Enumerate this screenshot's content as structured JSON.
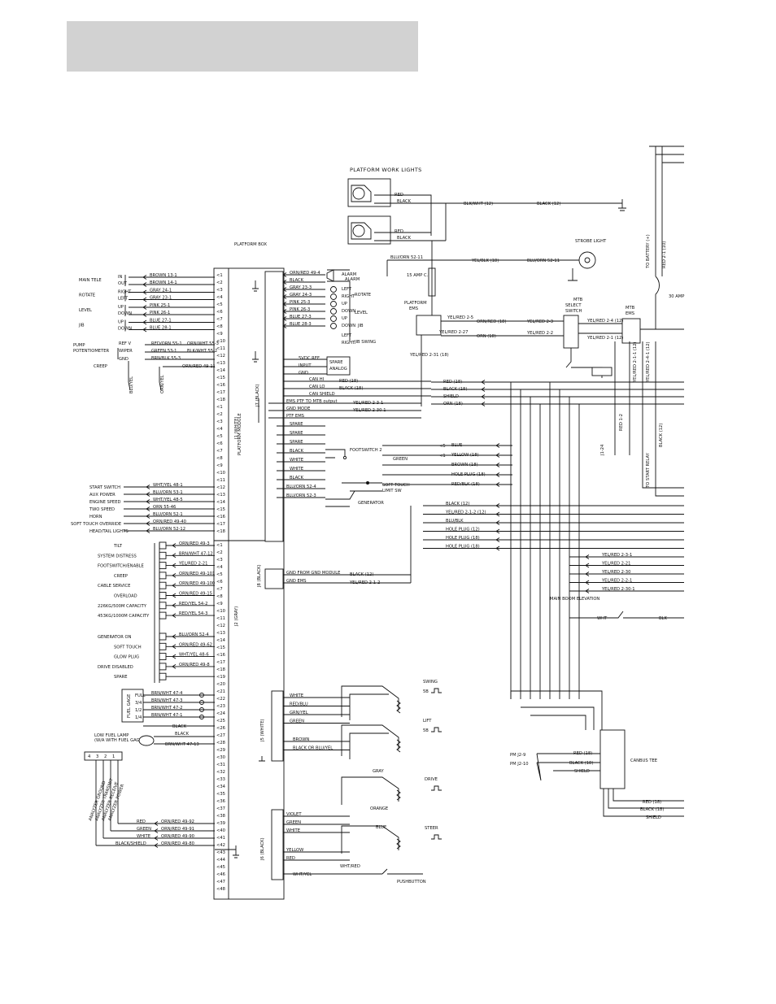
{
  "colors": {
    "header_bar": "#d2d2d2",
    "ink": "#111111",
    "paper": "#ffffff"
  },
  "titles": {
    "platform_work_lights": "PLATFORM WORK LIGHTS",
    "platform_box": "PLATFORM BOX",
    "platform_module": "PLATFORM MODULE",
    "strobe_light": "STROBE LIGHT",
    "mtb_select": [
      "MTB",
      "SELECT",
      "SWITCH"
    ],
    "mtb_ems": [
      "MTB",
      "EMS"
    ],
    "platform_ems": [
      "PLATFORM",
      "EMS"
    ],
    "breaker": "15 AMP C.B.",
    "fuse_30": "30 AMP",
    "to_battery": "TO BATTERY (+)",
    "to_start_relay": "TO START RELAY",
    "canbus_tee": "CANBUS TEE",
    "main_boom_elevation": "MAIN BOOM ELEVATION",
    "low_fuel_lamp": [
      "LOW FUEL LAMP",
      "(W/A WITH FUEL GAGE)"
    ],
    "fuel_gage": "FUEL GAGE",
    "pushbutton": "PUSHBUTTON",
    "spare_analog": [
      "SPARE",
      "ANALOG"
    ],
    "alarm": "ALARM",
    "footswitch2": "FOOTSWITCH 2",
    "soft_touch_limit": [
      "SOFT TOUCH",
      "LIMIT SW"
    ],
    "generator_sw": "GENERATOR",
    "pump_pot": [
      "PUMP",
      "POTENTIOMETER"
    ],
    "creep": "CREEP"
  },
  "connectors": {
    "j1": "J1 (WHITE)",
    "j2": "J2 (GRAY)",
    "j7": "J7 (BLACK)",
    "j8": "J8 (BLACK)",
    "j5": "J5 (WHITE)",
    "j6": "J6 (BLACK)"
  },
  "left_controls": [
    {
      "label": "MAIN TELE",
      "sub": [
        "IN",
        "OUT"
      ],
      "wires": [
        "BROWN 13-1",
        "BROWN 14-1"
      ]
    },
    {
      "label": "ROTATE",
      "sub": [
        "RIGHT",
        "LEFT"
      ],
      "wires": [
        "GRAY 24-1",
        "GRAY 23-1"
      ]
    },
    {
      "label": "LEVEL",
      "sub": [
        "UP",
        "DOWN"
      ],
      "wires": [
        "PINK 25-1",
        "PINK 26-1"
      ]
    },
    {
      "label": "JIB",
      "sub": [
        "UP",
        "DOWN"
      ],
      "wires": [
        "BLUE 27-1",
        "BLUE 28-1"
      ]
    }
  ],
  "pump_wires": [
    "RED/ORN 55-1",
    "GREEN 53-1",
    "BRN/BLK 55-3",
    "ORN/RED 49-11"
  ],
  "pump_labels": [
    "ORN/WHT 55-3",
    "BLK/WHT 55-2"
  ],
  "pot_pins": [
    "REF V",
    "WIPER",
    "GND"
  ],
  "creep_wires": [
    "BLU/YEL",
    "ORN/YEL"
  ],
  "j1_lower_rows": [
    {
      "label": "START SWITCH",
      "wire": "WHT/YEL 48-1"
    },
    {
      "label": "AUX POWER",
      "wire": "BLU/ORN 53-1"
    },
    {
      "label": "ENGINE SPEED",
      "wire": "WHT/YEL 48-5"
    },
    {
      "label": "TWO SPEED",
      "wire": "ORN 55-46"
    },
    {
      "label": "HORN",
      "wire": "BLU/ORN 52-1"
    },
    {
      "label": "SOFT TOUCH OVERRIDE",
      "wire": "ORN/RED 49-40"
    },
    {
      "label": "HEAD/TAIL LIGHTS",
      "wire": "BLU/ORN 52-12"
    }
  ],
  "j2_rows": [
    {
      "label": "TILT",
      "wire": "ORN/RED 49-3"
    },
    {
      "label": "SYSTEM DISTRESS",
      "wire": "BRN/WHT 47-12"
    },
    {
      "label": "FOOTSWITCH/ENABLE",
      "wire": "YEL/RED 2-21"
    },
    {
      "label": "CREEP",
      "wire": "ORN/RED 49-101"
    },
    {
      "label": "CABLE SERVICE",
      "wire": "ORN/RED 49-100"
    },
    {
      "label": "OVERLOAD",
      "wire": "ORN/RED 49-15"
    },
    {
      "label": "226KG/500M CAPACITY",
      "wire": "RED/YEL 54-2"
    },
    {
      "label": "453KG/1000M CAPACITY",
      "wire": "RED/YEL 54-3"
    },
    {
      "label": "GENERATOR ON",
      "wire": "BLU/ORN 52-4"
    },
    {
      "label": "SOFT TOUCH",
      "wire": "ORN/RED 49-62"
    },
    {
      "label": "GLOW PLUG",
      "wire": "WHT/YEL 48-6"
    },
    {
      "label": "DRIVE DISABLED",
      "wire": "ORN/RED 49-8"
    },
    {
      "label": "SPARE",
      "wire": ""
    }
  ],
  "fuel_rows": [
    {
      "code": "FULL",
      "wire": "BRN/WHT 47-4"
    },
    {
      "code": "3/4",
      "wire": "BRN/WHT 47-3"
    },
    {
      "code": "1/2",
      "wire": "BRN/WHT 47-2"
    },
    {
      "code": "1/4",
      "wire": "BRN/WHT 47-1"
    }
  ],
  "fuel_black": "BLACK",
  "lamp_wires": [
    "BLACK",
    "BRN/WHT 47-13"
  ],
  "analyzer_pins": [
    "4",
    "3",
    "2",
    "1"
  ],
  "analyzer_labels": [
    "ANALYZER GROUND",
    "ANALYZER TRANSMIT",
    "ANALYZER RECEIVE",
    "ANALYZER POWER"
  ],
  "analyzer_wires": [
    {
      "color": "RED",
      "wire": "ORN/RED 49-92"
    },
    {
      "color": "GREEN",
      "wire": "ORN/RED 49-91"
    },
    {
      "color": "WHITE",
      "wire": "ORN/RED 49-90"
    },
    {
      "color": "BLACK/SHIELD",
      "wire": "ORN/RED 49-80"
    }
  ],
  "j7_rows": [
    {
      "wire": "ORN/RED 49-4",
      "device": "ALARM"
    },
    {
      "wire": "BLACK",
      "device": ""
    },
    {
      "wire": "GRAY 23-3",
      "device": "LEFT"
    },
    {
      "wire": "GRAY 24-3",
      "device": "RIGHT"
    },
    {
      "wire": "PINK 25-3",
      "device": "UP"
    },
    {
      "wire": "PINK 26-3",
      "device": "DOWN"
    },
    {
      "wire": "BLUE 27-3",
      "device": "UP"
    },
    {
      "wire": "BLUE 28-3",
      "device": "DOWN"
    }
  ],
  "j7_groups": [
    "ROTATE",
    "LEVEL",
    "JIB"
  ],
  "jib_swing": [
    "JIB",
    "LEFT",
    "RIGHT",
    "JIB SWING"
  ],
  "analog_pins": [
    "5VDC REF",
    "INPUT",
    "GND"
  ],
  "can_rows": [
    {
      "label": "CAN HI",
      "wire": "RED (18)"
    },
    {
      "label": "CAN LO",
      "wire": "BLACK (18)"
    },
    {
      "label": "CAN SHIELD",
      "wire": ""
    }
  ],
  "ems_rows": [
    {
      "label": "EMS PTF TO MTB output",
      "wire": "YEL/RED 2-3-1"
    },
    {
      "label": "GND MODE",
      "wire": "YEL/RED 2-30-1"
    },
    {
      "label": "PTF EMS",
      "wire": ""
    }
  ],
  "j7_lower": [
    "SPARE",
    "SPARE",
    "SPARE",
    "BLACK",
    "WHITE",
    "WHITE",
    "BLACK",
    "BLU/ORN 52-4",
    "BLU/ORN 52-3"
  ],
  "right_wires": [
    {
      "plug": "5",
      "wire": "BLUE"
    },
    {
      "plug": "1",
      "wire": "YELLOW (18)"
    },
    {
      "plug": "",
      "wire": "BROWN (18)"
    },
    {
      "plug": "",
      "wire": "HOLE PLUG (18)"
    },
    {
      "plug": "",
      "wire": "RED/BLK (18)"
    }
  ],
  "canbus_top": [
    "RED (18)",
    "BLACK (18)",
    "SHIELD",
    "ORN (18)"
  ],
  "lights_wires": [
    "RED",
    "BLACK",
    "BLK/WHT (12)",
    "BLACK (12)",
    "RED",
    "BLACK"
  ],
  "strobe_wires": [
    "BLU/ORN 52-11",
    "YEL/BLK (18)",
    "BLU/ORN 52-11"
  ],
  "ems_wires": [
    "YEL/RED 2-5",
    "ORN/RED (18)",
    "YEL/RED 2-3",
    "YEL/RED 2-27",
    "ORN (18)",
    "YEL/RED 2-2",
    "YEL/RED 2-31 (18)"
  ],
  "mtb_wires": [
    "YEL/RED 2-4 (12)",
    "YEL/RED 2-1 (12)"
  ],
  "vertical_wires": [
    "RED 2-1 (10)",
    "RED 1-2",
    "YEL/RED 2-1-1 (12)",
    "YEL/RED 2-4-1 (12)",
    "BLACK (12)",
    "J1-24"
  ],
  "j8_rows": [
    {
      "label": "GND FROM GND MODULE",
      "wire": "BLACK (12)"
    },
    {
      "label": "GND EMS",
      "wire": "YEL/RED 2-1-2"
    }
  ],
  "bus_right": [
    "BLACK (12)",
    "YEL/RED 2-1-2 (12)",
    "BLU/BLK",
    "HOLE PLUG (12)",
    "HOLE PLUG (18)",
    "HOLE PLUG (18)",
    "YEL/RED 2-3-1",
    "YEL/RED 2-21",
    "YEL/RED 2-30",
    "YEL/RED 2-2-1",
    "YEL/RED 2-30-1"
  ],
  "boom_wires": [
    "WHT",
    "BLK"
  ],
  "canbus_pm": [
    "PM J2-9",
    "PM J2-10"
  ],
  "canbus_inner": [
    "RED (18)",
    "BLACK (18)",
    "SHIELD"
  ],
  "canbus_out": [
    "RED (18)",
    "BLACK (18)",
    "SHIELD"
  ],
  "joysticks": [
    {
      "name": "SWING",
      "code": "5B"
    },
    {
      "name": "LIFT",
      "code": "5B"
    },
    {
      "name": "DRIVE",
      "code": ""
    },
    {
      "name": "STEER",
      "code": ""
    }
  ],
  "j5_wires": [
    "WHITE",
    "RED/BLU",
    "GRN/YEL",
    "GREEN",
    "BROWN",
    "BLACK OR BLU/YEL"
  ],
  "j6_wires": [
    "VIOLET",
    "GREEN",
    "WHITE",
    "YELLOW",
    "RED",
    "WHT/YEL"
  ],
  "j6_labels": [
    "GRAY",
    "ORANGE",
    "BLUE",
    "WHT/RED"
  ]
}
